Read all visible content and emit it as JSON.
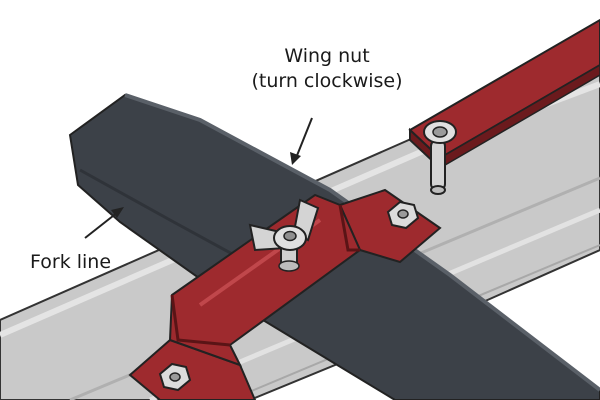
{
  "labels": {
    "wing_nut": "Wing nut",
    "wing_nut_note": "(turn clockwise)",
    "fork_line": "Fork line"
  },
  "colors": {
    "bracket_red": "#9e2a2e",
    "bracket_edge": "#5a1416",
    "rail_silver": "#c9c9c9",
    "fork_line_dark": "#3c4148",
    "metal_part": "#d4d4d4",
    "outline": "#222222"
  }
}
